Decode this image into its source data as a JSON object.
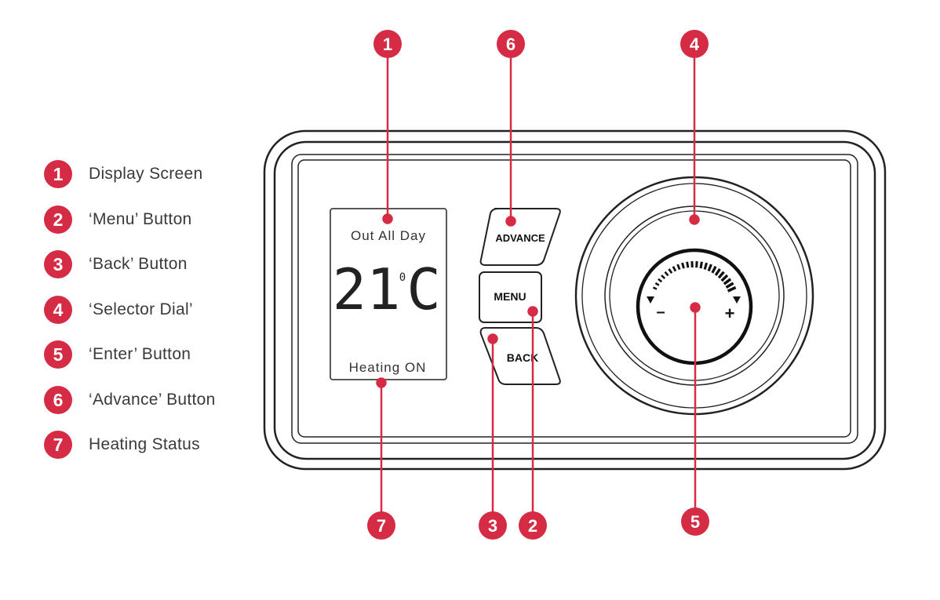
{
  "legend": [
    {
      "number": "1",
      "label": "Display Screen"
    },
    {
      "number": "2",
      "label": "‘Menu’ Button"
    },
    {
      "number": "3",
      "label": "‘Back’ Button"
    },
    {
      "number": "4",
      "label": "‘Selector Dial’"
    },
    {
      "number": "5",
      "label": "‘Enter’ Button"
    },
    {
      "number": "6",
      "label": "‘Advance’ Button"
    },
    {
      "number": "7",
      "label": "Heating Status"
    }
  ],
  "display": {
    "mode": "Out All Day",
    "temperature": "21",
    "degree_symbol": "0",
    "unit": "C",
    "status": "Heating ON"
  },
  "buttons": {
    "advance": "ADVANCE",
    "menu": "MENU",
    "back": "BACK"
  },
  "dial": {
    "minus": "–",
    "plus": "+"
  },
  "callouts": {
    "c1": "1",
    "c2": "2",
    "c3": "3",
    "c4": "4",
    "c5": "5",
    "c6": "6",
    "c7": "7"
  },
  "colors": {
    "accent": "#d52b45",
    "outline": "#222222"
  }
}
